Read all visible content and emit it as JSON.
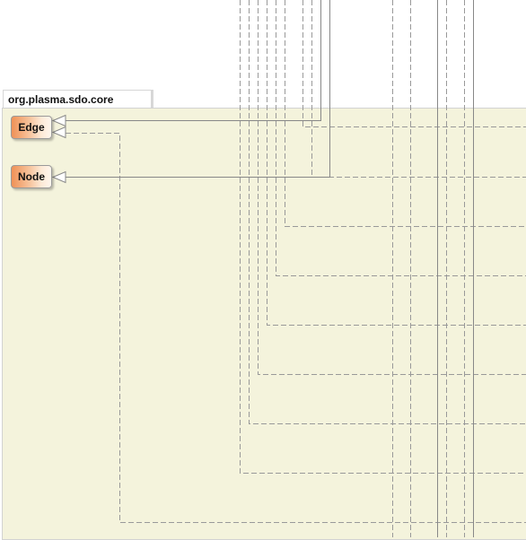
{
  "package": {
    "name": "org.plasma.sdo.core"
  },
  "classes": [
    {
      "id": "edge",
      "label": "Edge"
    },
    {
      "id": "node",
      "label": "Node"
    }
  ],
  "colors": {
    "package_fill": "#f4f3dc",
    "class_gradient_start": "#ef9157",
    "class_gradient_end": "#fff7ee",
    "connector_line": "#888888",
    "arrowhead_fill": "#ffffff"
  },
  "connectors": [
    {
      "name": "edge-generalization",
      "style": "solid",
      "target": "Edge"
    },
    {
      "name": "node-generalization",
      "style": "solid",
      "target": "Node"
    },
    {
      "name": "edge-realization",
      "style": "dashed",
      "target": "Edge"
    }
  ]
}
